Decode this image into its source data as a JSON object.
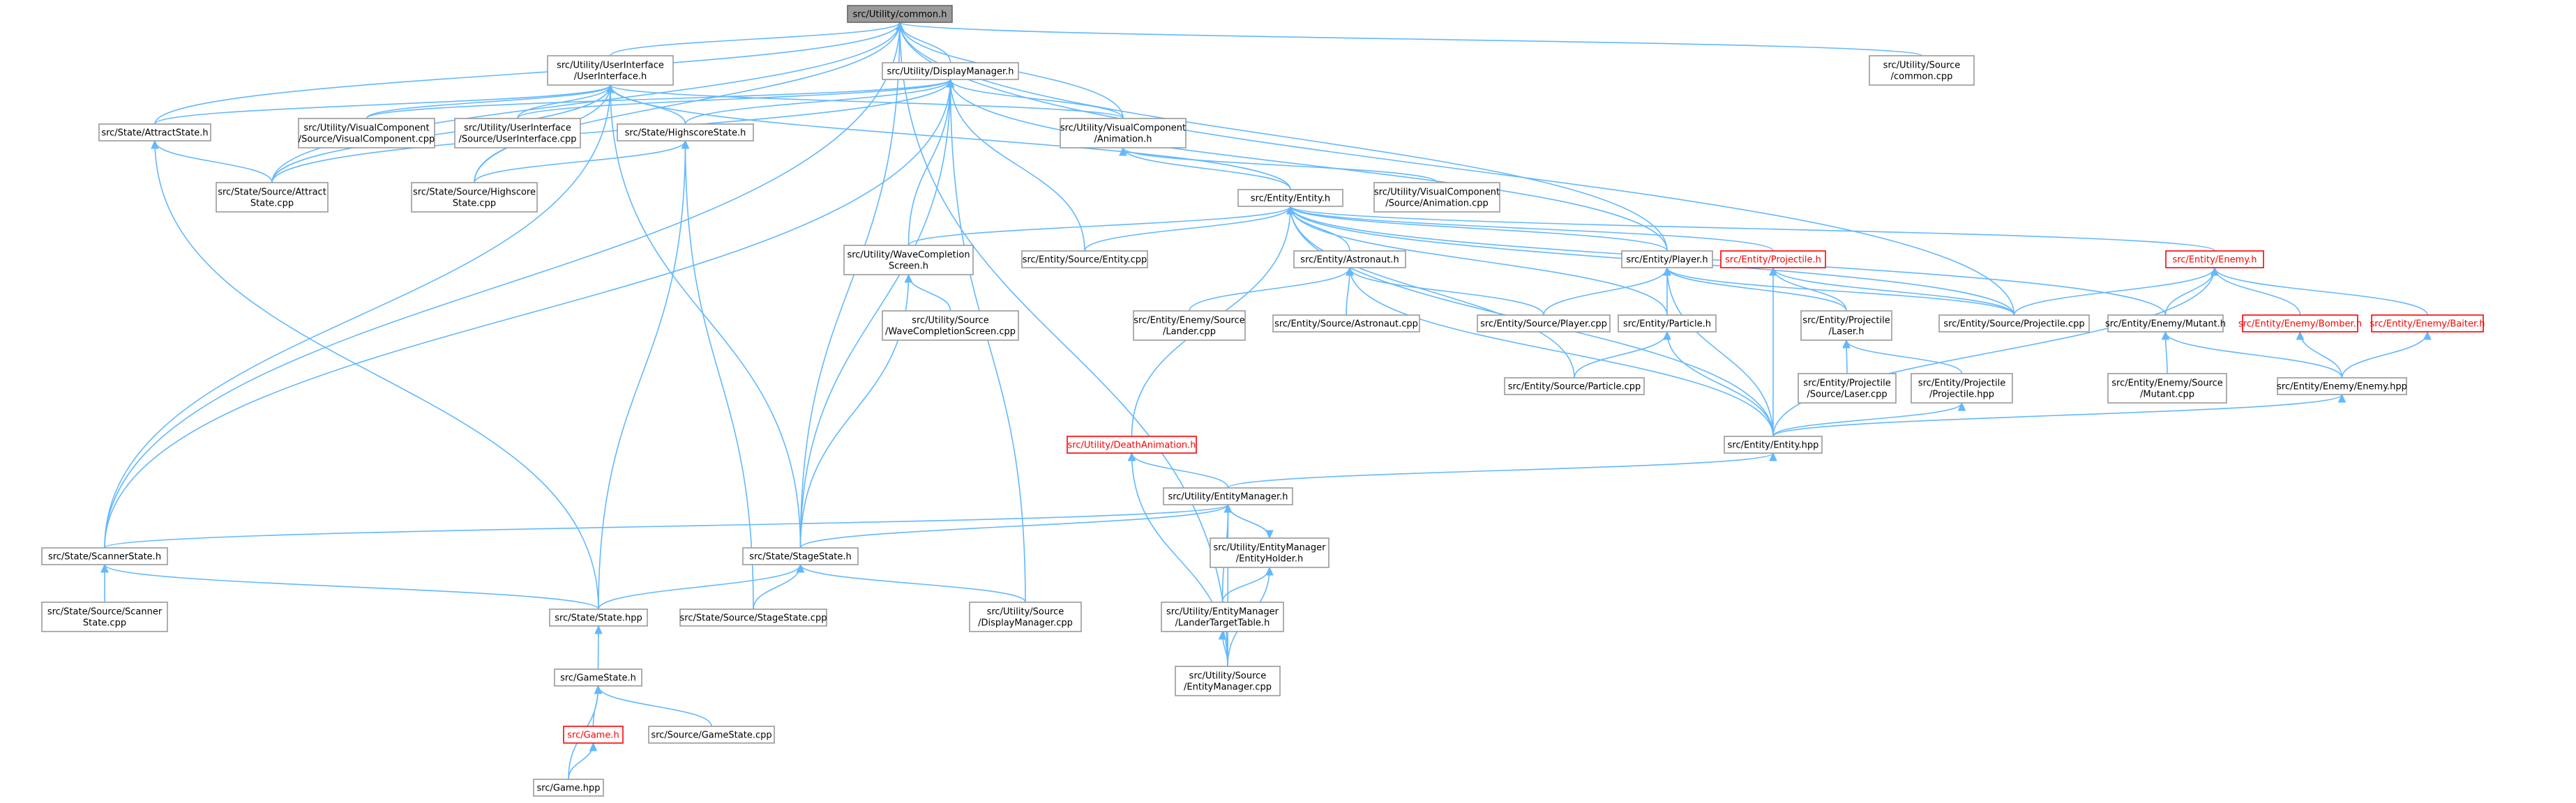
{
  "nodes": [
    {
      "id": "common_h",
      "lines": [
        "src/Utility/common.h"
      ],
      "root": true
    },
    {
      "id": "ui_h",
      "lines": [
        "src/Utility/UserInterface",
        "/UserInterface.h"
      ]
    },
    {
      "id": "display_h",
      "lines": [
        "src/Utility/DisplayManager.h"
      ]
    },
    {
      "id": "common_cpp",
      "lines": [
        "src/Utility/Source",
        "/common.cpp"
      ]
    },
    {
      "id": "attract_h",
      "lines": [
        "src/State/AttractState.h"
      ]
    },
    {
      "id": "vc_cpp",
      "lines": [
        "src/Utility/VisualComponent",
        "/Source/VisualComponent.cpp"
      ]
    },
    {
      "id": "ui_cpp",
      "lines": [
        "src/Utility/UserInterface",
        "/Source/UserInterface.cpp"
      ]
    },
    {
      "id": "highscore_h",
      "lines": [
        "src/State/HighscoreState.h"
      ]
    },
    {
      "id": "anim_h",
      "lines": [
        "src/Utility/VisualComponent",
        "/Animation.h"
      ]
    },
    {
      "id": "attract_cpp",
      "lines": [
        "src/State/Source/Attract",
        "State.cpp"
      ]
    },
    {
      "id": "highscore_cpp",
      "lines": [
        "src/State/Source/Highscore",
        "State.cpp"
      ]
    },
    {
      "id": "anim_cpp",
      "lines": [
        "src/Utility/VisualComponent",
        "/Source/Animation.cpp"
      ]
    },
    {
      "id": "entity_h",
      "lines": [
        "src/Entity/Entity.h"
      ]
    },
    {
      "id": "wave_h",
      "lines": [
        "src/Utility/WaveCompletion",
        "Screen.h"
      ]
    },
    {
      "id": "entity_cpp",
      "lines": [
        "src/Entity/Source/Entity.cpp"
      ]
    },
    {
      "id": "astro_h",
      "lines": [
        "src/Entity/Astronaut.h"
      ]
    },
    {
      "id": "player_h",
      "lines": [
        "src/Entity/Player.h"
      ]
    },
    {
      "id": "projectile_h",
      "lines": [
        "src/Entity/Projectile.h"
      ],
      "trunc": true
    },
    {
      "id": "enemy_h",
      "lines": [
        "src/Entity/Enemy.h"
      ],
      "trunc": true
    },
    {
      "id": "wave_cpp",
      "lines": [
        "src/Utility/Source",
        "/WaveCompletionScreen.cpp"
      ]
    },
    {
      "id": "lander_cpp",
      "lines": [
        "src/Entity/Enemy/Source",
        "/Lander.cpp"
      ]
    },
    {
      "id": "astro_cpp",
      "lines": [
        "src/Entity/Source/Astronaut.cpp"
      ]
    },
    {
      "id": "player_cpp",
      "lines": [
        "src/Entity/Source/Player.cpp"
      ]
    },
    {
      "id": "particle_h",
      "lines": [
        "src/Entity/Particle.h"
      ]
    },
    {
      "id": "laser_h",
      "lines": [
        "src/Entity/Projectile",
        "/Laser.h"
      ]
    },
    {
      "id": "proj_cpp",
      "lines": [
        "src/Entity/Source/Projectile.cpp"
      ]
    },
    {
      "id": "mutant_h",
      "lines": [
        "src/Entity/Enemy/Mutant.h"
      ]
    },
    {
      "id": "bomber_h",
      "lines": [
        "src/Entity/Enemy/Bomber.h"
      ],
      "trunc": true
    },
    {
      "id": "baiter_h",
      "lines": [
        "src/Entity/Enemy/Baiter.h"
      ],
      "trunc": true
    },
    {
      "id": "particle_cpp",
      "lines": [
        "src/Entity/Source/Particle.cpp"
      ]
    },
    {
      "id": "laser_cpp",
      "lines": [
        "src/Entity/Projectile",
        "/Source/Laser.cpp"
      ]
    },
    {
      "id": "proj_hpp",
      "lines": [
        "src/Entity/Projectile",
        "/Projectile.hpp"
      ]
    },
    {
      "id": "mutant_cpp",
      "lines": [
        "src/Entity/Enemy/Source",
        "/Mutant.cpp"
      ]
    },
    {
      "id": "enemy_hpp",
      "lines": [
        "src/Entity/Enemy/Enemy.hpp"
      ]
    },
    {
      "id": "death_h",
      "lines": [
        "src/Utility/DeathAnimation.h"
      ],
      "trunc": true
    },
    {
      "id": "entity_hpp",
      "lines": [
        "src/Entity/Entity.hpp"
      ]
    },
    {
      "id": "em_h",
      "lines": [
        "src/Utility/EntityManager.h"
      ]
    },
    {
      "id": "scanner_h",
      "lines": [
        "src/State/ScannerState.h"
      ]
    },
    {
      "id": "stage_h",
      "lines": [
        "src/State/StageState.h"
      ]
    },
    {
      "id": "holder_h",
      "lines": [
        "src/Utility/EntityManager",
        "/EntityHolder.h"
      ]
    },
    {
      "id": "scanner_cpp",
      "lines": [
        "src/State/Source/Scanner",
        "State.cpp"
      ]
    },
    {
      "id": "state_hpp",
      "lines": [
        "src/State/State.hpp"
      ]
    },
    {
      "id": "stage_cpp",
      "lines": [
        "src/State/Source/StageState.cpp"
      ]
    },
    {
      "id": "dm_cpp",
      "lines": [
        "src/Utility/Source",
        "/DisplayManager.cpp"
      ]
    },
    {
      "id": "ltt_h",
      "lines": [
        "src/Utility/EntityManager",
        "/LanderTargetTable.h"
      ]
    },
    {
      "id": "em_cpp",
      "lines": [
        "src/Utility/Source",
        "/EntityManager.cpp"
      ]
    },
    {
      "id": "gamestate_h",
      "lines": [
        "src/GameState.h"
      ]
    },
    {
      "id": "game_h",
      "lines": [
        "src/Game.h"
      ],
      "trunc": true
    },
    {
      "id": "gamestate_cpp",
      "lines": [
        "src/Source/GameState.cpp"
      ]
    },
    {
      "id": "game_hpp",
      "lines": [
        "src/Game.hpp"
      ]
    }
  ],
  "edges": [
    [
      "common_h",
      "ui_h"
    ],
    [
      "common_h",
      "display_h"
    ],
    [
      "common_h",
      "common_cpp"
    ],
    [
      "common_h",
      "attract_h"
    ],
    [
      "common_h",
      "attract_cpp"
    ],
    [
      "common_h",
      "highscore_cpp"
    ],
    [
      "common_h",
      "anim_h"
    ],
    [
      "common_h",
      "stage_h"
    ],
    [
      "common_h",
      "scanner_h"
    ],
    [
      "common_h",
      "player_h"
    ],
    [
      "common_h",
      "proj_cpp"
    ],
    [
      "common_h",
      "em_cpp"
    ],
    [
      "ui_h",
      "attract_h"
    ],
    [
      "ui_h",
      "vc_cpp"
    ],
    [
      "ui_h",
      "ui_cpp"
    ],
    [
      "ui_h",
      "highscore_h"
    ],
    [
      "ui_h",
      "anim_h"
    ],
    [
      "ui_h",
      "attract_cpp"
    ],
    [
      "ui_h",
      "scanner_h"
    ],
    [
      "ui_h",
      "stage_h"
    ],
    [
      "ui_h",
      "highscore_cpp"
    ],
    [
      "ui_h",
      "entity_h"
    ],
    [
      "display_h",
      "vc_cpp"
    ],
    [
      "display_h",
      "highscore_h"
    ],
    [
      "display_h",
      "anim_h"
    ],
    [
      "display_h",
      "attract_cpp"
    ],
    [
      "display_h",
      "wave_h"
    ],
    [
      "display_h",
      "entity_cpp"
    ],
    [
      "display_h",
      "player_h"
    ],
    [
      "display_h",
      "stage_h"
    ],
    [
      "display_h",
      "scanner_h"
    ],
    [
      "display_h",
      "dm_cpp"
    ],
    [
      "display_h",
      "ui_cpp"
    ],
    [
      "attract_h",
      "attract_cpp"
    ],
    [
      "attract_h",
      "state_hpp"
    ],
    [
      "highscore_h",
      "highscore_cpp"
    ],
    [
      "highscore_h",
      "state_hpp"
    ],
    [
      "highscore_h",
      "stage_cpp"
    ],
    [
      "anim_h",
      "anim_cpp"
    ],
    [
      "anim_h",
      "entity_h"
    ],
    [
      "entity_h",
      "wave_h"
    ],
    [
      "entity_h",
      "entity_cpp"
    ],
    [
      "entity_h",
      "astro_h"
    ],
    [
      "entity_h",
      "player_h"
    ],
    [
      "entity_h",
      "projectile_h"
    ],
    [
      "entity_h",
      "enemy_h"
    ],
    [
      "entity_h",
      "particle_h"
    ],
    [
      "entity_h",
      "death_h"
    ],
    [
      "entity_h",
      "entity_hpp"
    ],
    [
      "entity_h",
      "particle_cpp"
    ],
    [
      "entity_h",
      "mutant_h"
    ],
    [
      "entity_h",
      "proj_cpp"
    ],
    [
      "wave_h",
      "wave_cpp"
    ],
    [
      "wave_h",
      "stage_h"
    ],
    [
      "astro_h",
      "lander_cpp"
    ],
    [
      "astro_h",
      "astro_cpp"
    ],
    [
      "astro_h",
      "player_cpp"
    ],
    [
      "astro_h",
      "entity_hpp"
    ],
    [
      "player_h",
      "player_cpp"
    ],
    [
      "player_h",
      "particle_h"
    ],
    [
      "player_h",
      "proj_cpp"
    ],
    [
      "player_h",
      "laser_h"
    ],
    [
      "player_h",
      "entity_hpp"
    ],
    [
      "projectile_h",
      "laser_h"
    ],
    [
      "projectile_h",
      "proj_cpp"
    ],
    [
      "projectile_h",
      "entity_hpp"
    ],
    [
      "enemy_h",
      "proj_cpp"
    ],
    [
      "enemy_h",
      "mutant_h"
    ],
    [
      "enemy_h",
      "bomber_h"
    ],
    [
      "enemy_h",
      "baiter_h"
    ],
    [
      "enemy_h",
      "entity_hpp"
    ],
    [
      "particle_h",
      "particle_cpp"
    ],
    [
      "particle_h",
      "entity_hpp"
    ],
    [
      "laser_h",
      "laser_cpp"
    ],
    [
      "laser_h",
      "proj_hpp"
    ],
    [
      "mutant_h",
      "mutant_cpp"
    ],
    [
      "mutant_h",
      "enemy_hpp"
    ],
    [
      "bomber_h",
      "enemy_hpp"
    ],
    [
      "baiter_h",
      "enemy_hpp"
    ],
    [
      "proj_hpp",
      "entity_hpp"
    ],
    [
      "enemy_hpp",
      "entity_hpp"
    ],
    [
      "death_h",
      "em_h"
    ],
    [
      "death_h",
      "em_cpp"
    ],
    [
      "entity_hpp",
      "em_h"
    ],
    [
      "em_h",
      "scanner_h"
    ],
    [
      "em_h",
      "stage_h"
    ],
    [
      "em_h",
      "holder_h"
    ],
    [
      "em_h",
      "ltt_h"
    ],
    [
      "em_h",
      "em_cpp"
    ],
    [
      "holder_h",
      "em_h"
    ],
    [
      "holder_h",
      "ltt_h"
    ],
    [
      "holder_h",
      "em_cpp"
    ],
    [
      "ltt_h",
      "em_cpp"
    ],
    [
      "scanner_h",
      "scanner_cpp"
    ],
    [
      "scanner_h",
      "state_hpp"
    ],
    [
      "stage_h",
      "state_hpp"
    ],
    [
      "stage_h",
      "stage_cpp"
    ],
    [
      "stage_h",
      "dm_cpp"
    ],
    [
      "state_hpp",
      "gamestate_h"
    ],
    [
      "gamestate_h",
      "game_h"
    ],
    [
      "gamestate_h",
      "gamestate_cpp"
    ],
    [
      "gamestate_h",
      "game_hpp"
    ],
    [
      "game_h",
      "game_hpp"
    ]
  ]
}
